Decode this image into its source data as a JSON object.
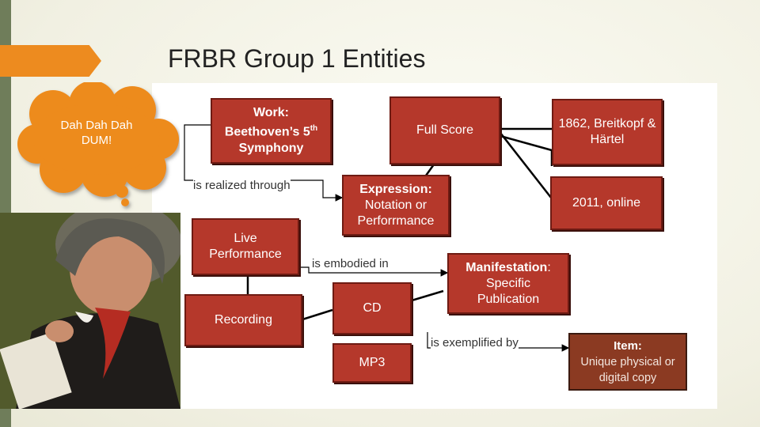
{
  "title": "FRBR Group 1 Entities",
  "cloud_text": "Dah Dah Dah DUM!",
  "boxes": {
    "work": {
      "head": "Work:",
      "line1": "Beethoven’s 5",
      "sup": "th",
      "line2": "Symphony"
    },
    "full_score": "Full Score",
    "breitkopf": "1862, Breitkopf & Härtel",
    "expression": {
      "head": "Expression:",
      "sub": "Notation or Perforrmance"
    },
    "online": "2011, online",
    "live_performance": "Live Performance",
    "recording": "Recording",
    "cd": "CD",
    "manifestation": {
      "head": "Manifestation",
      "colon": ":",
      "sub": "Specific Publication"
    },
    "mp3": "MP3",
    "item": {
      "head": "Item:",
      "sub": "Unique physical or digital copy"
    }
  },
  "relations": {
    "realized": "is realized through",
    "embodied": "is embodied in",
    "exemplified": "is exemplified by"
  },
  "colors": {
    "box_fill": "#b5382b",
    "item_fill": "#8b3a22",
    "accent_orange": "#ed8b1f",
    "side_bar": "#6f7d5a"
  }
}
